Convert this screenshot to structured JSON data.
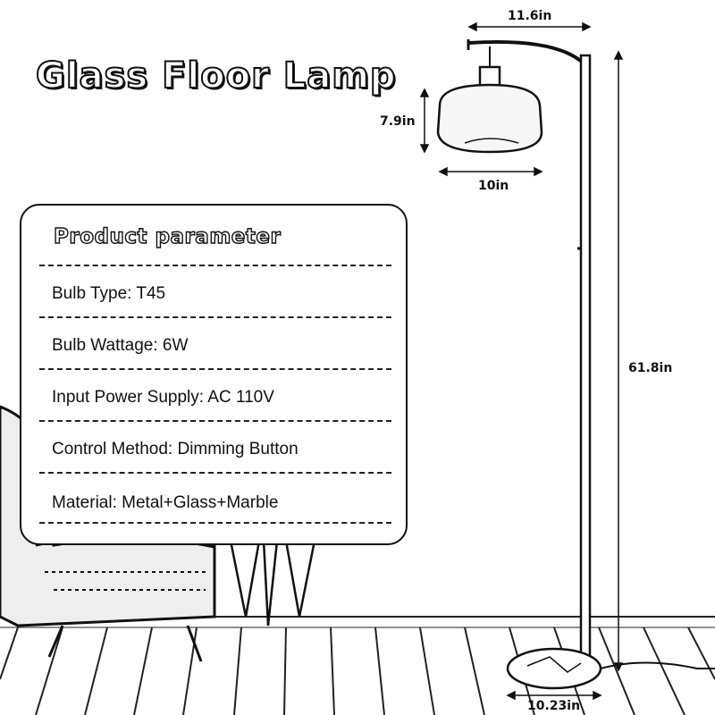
{
  "title": "Glass Floor Lamp",
  "panel": {
    "heading": "Product parameter",
    "rows": [
      {
        "label": "Bulb Type:",
        "value": "T45"
      },
      {
        "label": "Bulb Wattage:",
        "value": "6W"
      },
      {
        "label": "Input Power Supply:",
        "value": "AC 110V"
      },
      {
        "label": "Control Method:",
        "value": "Dimming Button"
      },
      {
        "label": "Material:",
        "value": "Metal+Glass+Marble"
      }
    ]
  },
  "dimensions": {
    "arm_width": "11.6in",
    "shade_height": "7.9in",
    "shade_width": "10in",
    "total_height": "61.8in",
    "base_width": "10.23in"
  },
  "icons": {
    "lamp": "floor-lamp-icon",
    "chair": "armchair-icon",
    "side_table": "side-table-icon"
  }
}
